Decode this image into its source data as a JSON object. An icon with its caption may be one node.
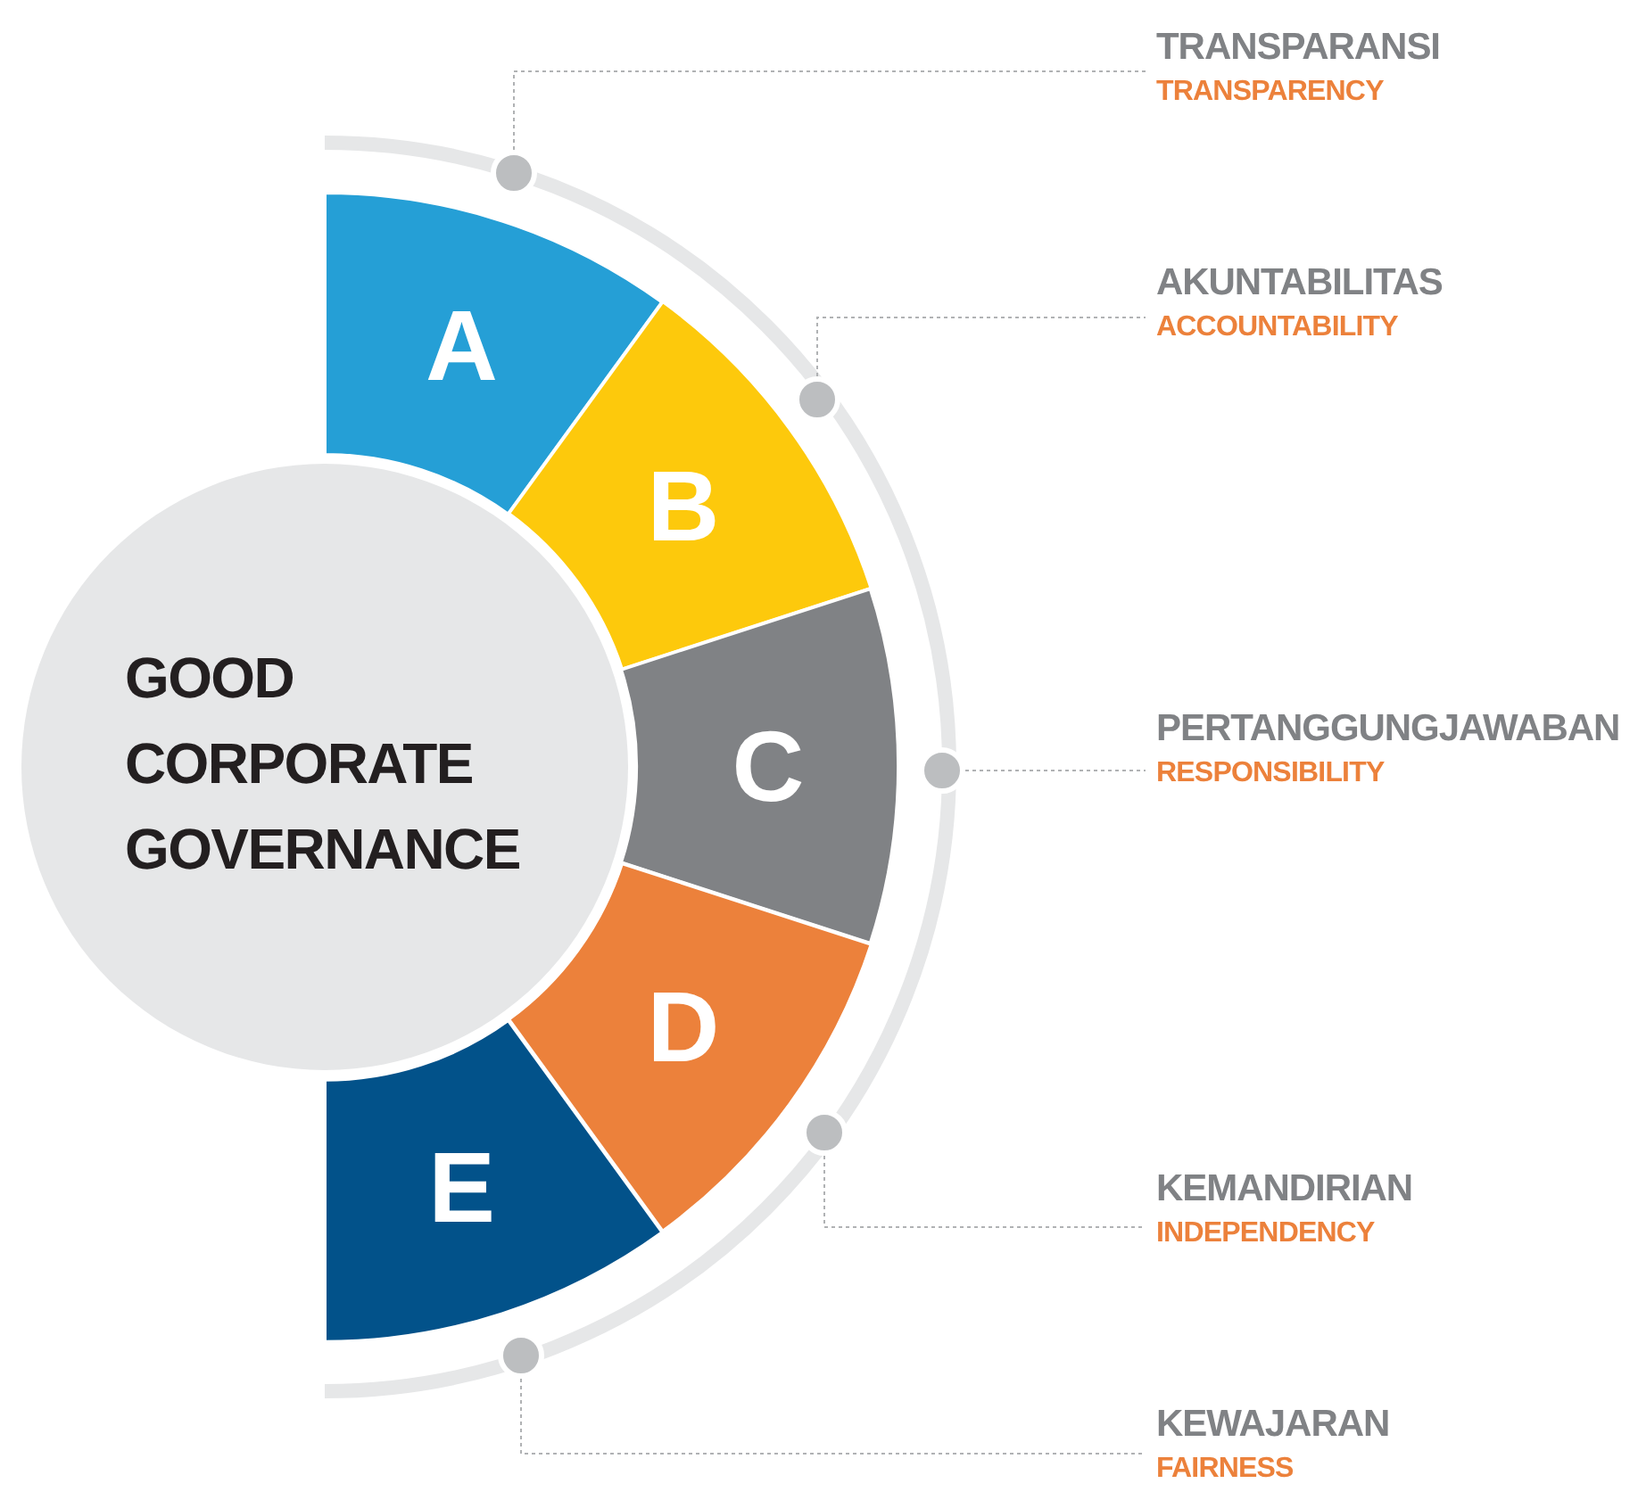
{
  "diagram": {
    "nodes": [
      {
        "text": [
          "GOOD CORPORATE GOVERNANCE"
        ]
      },
      {
        "text": [
          "A"
        ]
      },
      {
        "text": [
          "B"
        ]
      },
      {
        "text": [
          "C"
        ]
      },
      {
        "text": [
          "D"
        ]
      },
      {
        "text": [
          "E"
        ]
      },
      {
        "text": [],
        "shape": "circle"
      },
      {
        "text": [],
        "shape": "circle"
      },
      {
        "text": [],
        "shape": "circle"
      },
      {
        "text": [],
        "shape": "circle"
      },
      {
        "text": [],
        "shape": "circle"
      },
      {
        "text": [
          "TRANSPARANSI",
          "TRANSPARENCY"
        ]
      },
      {
        "text": [
          "AKUNTABILITAS",
          "ACCOUNTABILITY"
        ]
      },
      {
        "text": [
          "PERTANGGUNGJAWABAN",
          "RESPONSIBILITY"
        ]
      },
      {
        "text": [
          "KEMANDIRIAN",
          "INDEPENDENCY"
        ]
      },
      {
        "text": [
          "KEWAJARAN",
          "FAIRNESS"
        ]
      }
    ],
    "edges": [
      {
        "from": 6,
        "to": 11,
        "arrow": "none",
        "style": "dashed"
      },
      {
        "from": 7,
        "to": 12,
        "arrow": "none",
        "style": "dashed"
      },
      {
        "from": 8,
        "to": 13,
        "arrow": "none",
        "style": "dashed"
      },
      {
        "from": 9,
        "to": 14,
        "arrow": "none",
        "style": "dashed"
      },
      {
        "from": 10,
        "to": 15,
        "arrow": "none",
        "style": "dashed"
      }
    ]
  }
}
